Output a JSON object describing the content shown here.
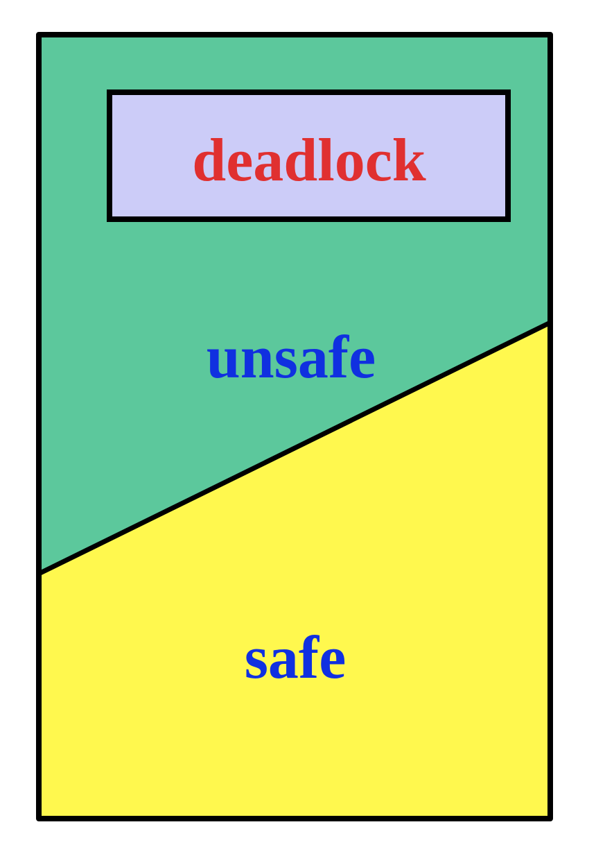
{
  "diagram": {
    "regions": {
      "deadlock": {
        "label": "deadlock",
        "fill": "#ccccf8",
        "text_color": "#e03030"
      },
      "unsafe": {
        "label": "unsafe",
        "fill": "#5cc89c",
        "text_color": "#1030e0"
      },
      "safe": {
        "label": "safe",
        "fill": "#fff84e",
        "text_color": "#1030e0"
      }
    },
    "border_color": "#000000",
    "background": "#ffffff"
  }
}
